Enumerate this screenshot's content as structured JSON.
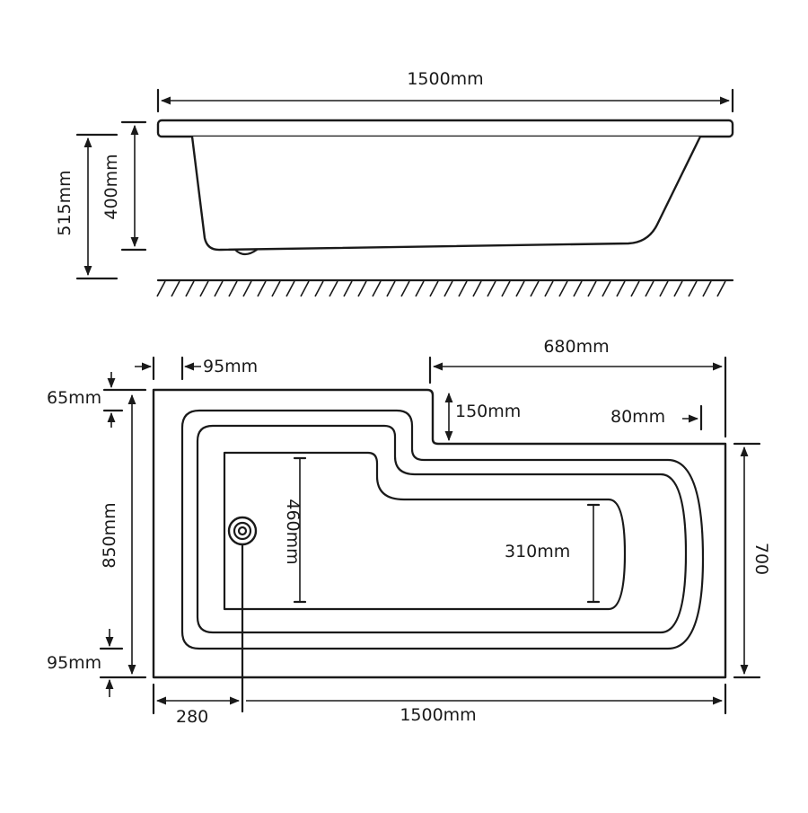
{
  "diagram": {
    "side_view": {
      "overall_length": "1500mm",
      "total_height": "515mm",
      "bath_depth": "400mm"
    },
    "plan_view": {
      "rim_left": "95mm",
      "shower_section_length": "680mm",
      "rim_top": "65mm",
      "step_depth": "150mm",
      "rim_right": "80mm",
      "overall_width": "850mm",
      "inner_width_shower": "460mm",
      "inner_width_bath": "310mm",
      "bath_end_width": "700",
      "rim_bottom": "95mm",
      "waste_offset": "280",
      "overall_length": "1500mm"
    }
  }
}
